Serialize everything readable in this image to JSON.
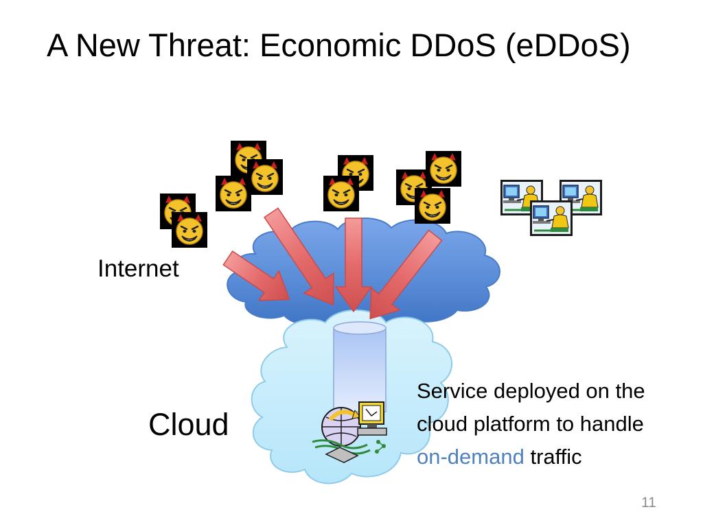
{
  "slide": {
    "title": "A New Threat: Economic DDoS (eDDoS)",
    "internet_label": "Internet",
    "cloud_label": "Cloud",
    "service_text": {
      "before": "Service deployed on the cloud platform to handle ",
      "highlight": "on-demand",
      "after": " traffic"
    },
    "page_number": "11"
  },
  "icons": {
    "attacker": "devil-face-icon",
    "user": "computer-user-icon",
    "server": "web-server-icon",
    "database": "cylinder-database-icon",
    "arrow": "attack-arrow-icon"
  },
  "colors": {
    "internet_cloud": "#5b8ed8",
    "service_cloud": "#c8ecfb",
    "arrow": "#e46b6b",
    "accent_text": "#4f81bd",
    "devil_face": "#f4c22b",
    "devil_horn": "#cc1f1f"
  }
}
